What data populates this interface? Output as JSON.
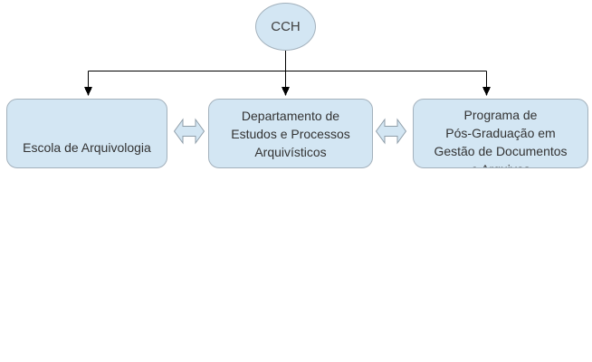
{
  "diagram": {
    "root": {
      "label": "CCH"
    },
    "nodes": [
      {
        "id": "escola",
        "lines": [
          "Escola de Arquivologia"
        ]
      },
      {
        "id": "departamento",
        "lines": [
          "Departamento de",
          "Estudos e Processos",
          "Arquivísticos"
        ]
      },
      {
        "id": "programa",
        "lines": [
          "Programa de",
          "Pós-Graduação em",
          "Gestão de Documentos",
          "e Arquivos"
        ]
      }
    ],
    "colors": {
      "shape_fill": "#d3e6f3",
      "shape_border": "#a3b1bc",
      "connector": "#000000",
      "text": "#333333"
    }
  }
}
